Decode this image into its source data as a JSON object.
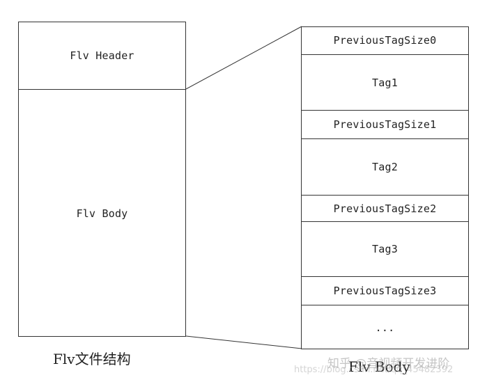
{
  "file_structure": {
    "header_label": "Flv Header",
    "body_label": "Flv Body",
    "caption": "Flv文件结构"
  },
  "body_detail": {
    "rows": [
      {
        "label": "PreviousTagSize0",
        "kind": "size"
      },
      {
        "label": "Tag1",
        "kind": "tag"
      },
      {
        "label": "PreviousTagSize1",
        "kind": "size"
      },
      {
        "label": "Tag2",
        "kind": "tag"
      },
      {
        "label": "PreviousTagSize2",
        "kind": "size"
      },
      {
        "label": "Tag3",
        "kind": "tag"
      },
      {
        "label": "PreviousTagSize3",
        "kind": "size"
      },
      {
        "label": "...",
        "kind": "tag"
      }
    ],
    "caption": "Flv Body"
  },
  "watermark": {
    "text": "知乎 @音视频开发进阶",
    "url": "https://blog.csdn.net/qq_45482392"
  }
}
